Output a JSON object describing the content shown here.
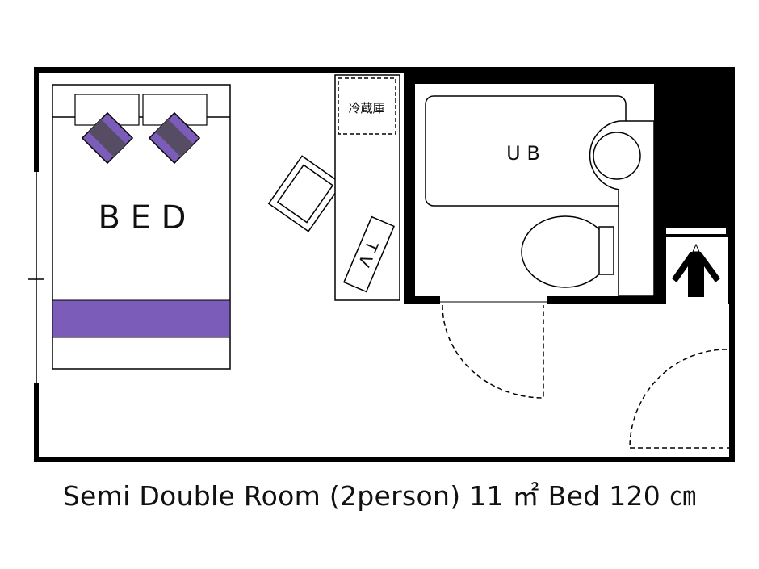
{
  "plan": {
    "bed_label": "B E D",
    "fridge_label": "冷蔵庫",
    "tv_label": "T V",
    "bath_label": "U B"
  },
  "caption": "Semi Double Room (2person) 11 ㎡ Bed 120 ㎝",
  "colors": {
    "accent": "#7b5cb8",
    "dark_cushion": "#564d64",
    "wall": "#000000"
  }
}
